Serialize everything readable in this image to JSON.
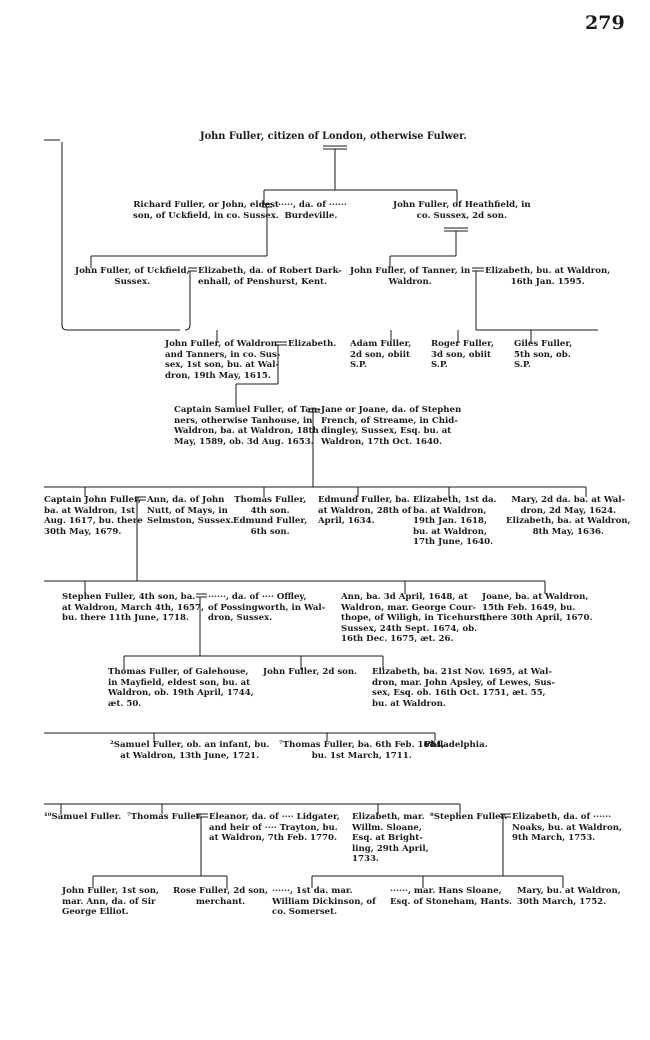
{
  "page_number": "279",
  "root": "John Fuller, citizen of London, otherwise Fulwer.",
  "gen1": {
    "richard": "Richard Fuller, or John, eldest\nson, of Uckfield, in co. Sussex.",
    "burdeville": "······, da. of ······\nBurdeville.",
    "john_heathfield": "John Fuller, of Heathfield, in\nco. Sussex, 2d son."
  },
  "gen2": {
    "john_uckfield": "John Fuller, of Uckfield,\nSussex.",
    "elizabeth_darkenhall": "Elizabeth, da. of Robert Dark-\nenhall, of Penshurst, Kent.",
    "john_tanner": "John Fuller, of Tanner, in\nWaldron.",
    "elizabeth_1595": "Elizabeth, bu. at Waldron,\n16th Jan. 1595."
  },
  "gen3": {
    "john_waldron": "John Fuller, of Waldron\nand Tanners, in co. Sus-\nsex, 1st son, bu. at Wal-\ndron, 19th May, 1615.",
    "elizabeth": "Elizabeth.",
    "adam": "Adam Fuller,\n2d son, obiit\nS.P.",
    "roger": "Roger Fuller,\n3d son, obiit\nS.P.",
    "giles": "Giles Fuller,\n5th son, ob.\nS.P."
  },
  "gen4": {
    "samuel": "Captain Samuel Fuller, of Tan-\nners, otherwise Tanhouse, in\nWaldron, ba. at Waldron, 18th\nMay, 1589, ob. 3d Aug. 1653.",
    "jane": "Jane or Joane, da. of Stephen\nFrench, of Streame, in Chid-\ndingley, Sussex, Esq. bu. at\nWaldron, 17th Oct. 1640."
  },
  "gen5": {
    "captain_john": "Captain John Fuller,\nba. at Waldron, 1st\nAug. 1617, bu. there\n30th May, 1679.",
    "ann_nutt": "Ann, da. of John\nNutt, of Mays, in\nSelmston, Sussex.",
    "thomas": "Thomas Fuller,\n4th son.\nEdmund Fuller,\n6th son.",
    "edmund": "Edmund Fuller, ba.\nat Waldron, 28th of\nApril, 1634.",
    "elizabeth_1618": "Elizabeth, 1st da.\nba. at Waldron,\n19th Jan. 1618,\nbu. at Waldron,\n17th June, 1640.",
    "mary": "Mary, 2d da. ba. at Wal-\ndron, 2d May, 1624.\nElizabeth, ba. at Waldron,\n8th May, 1636."
  },
  "gen6": {
    "stephen": "Stephen Fuller, 4th son, ba.\nat Waldron, March 4th, 1657,\nbu. there 11th June, 1718.",
    "offley": "······, da. of ···· Offley,\nof Possingworth, in Wal-\ndron, Sussex.",
    "ann_1648": "Ann, ba. 3d April, 1648, at\nWaldron, mar. George Cour-\nthope, of Wiligh, in Ticehurst,\nSussex, 24th Sept. 1674, ob.\n16th Dec. 1675, æt. 26.",
    "joane": "Joane, ba. at Waldron,\n15th Feb. 1649, bu.\nthere 30th April, 1670."
  },
  "gen7": {
    "thomas_galehouse": "Thomas Fuller, of Galehouse,\nin Mayfield, eldest son, bu. at\nWaldron, ob. 19th April, 1744,\næt. 50.",
    "john_2d": "John Fuller, 2d son.",
    "elizabeth_1695": "Elizabeth, ba. 21st Nov. 1695, at Wal-\ndron, mar. John Apsley, of Lewes, Sus-\nsex, Esq. ob. 16th Oct. 1751, æt. 55,\nbu. at Waldron."
  },
  "gen8": {
    "samuel_infant": "²Samuel Fuller, ob. an infant, bu.\nat Waldron, 13th June, 1721.",
    "thomas_1684": "⁷Thomas Fuller, ba. 6th Feb. 1684,\nbu. 1st March, 1711.",
    "philadelphia": "Philadelphia."
  },
  "gen9": {
    "samuel": "¹⁰Samuel Fuller.",
    "thomas": "⁷Thomas Fuller.",
    "eleanor": "Eleanor, da. of ···· Lidgater,\nand heir of ···· Trayton, bu.\nat Waldron, 7th Feb. 1770.",
    "elizabeth_sloane": "Elizabeth, mar.\nWillm. Sloane,\nEsq. at Bright-\nling, 29th April,\n1733.",
    "stephen": "⁸Stephen Fuller.",
    "elizabeth_noaks": "Elizabeth, da. of ······\nNoaks, bu. at Waldron,\n9th March, 1753."
  },
  "gen10": {
    "john_1st": "John Fuller, 1st son,\nmar. Ann, da. of Sir\nGeorge Elliot.",
    "rose": "Rose Fuller, 2d son,\nmerchant.",
    "dickinson": "······, 1st da. mar.\nWilliam Dickinson, of\nco. Somerset.",
    "hans_sloane": "······, mar. Hans Sloane,\nEsq. of Stoneham, Hants.",
    "mary_1752": "Mary, bu. at Waldron,\n30th March, 1752."
  }
}
